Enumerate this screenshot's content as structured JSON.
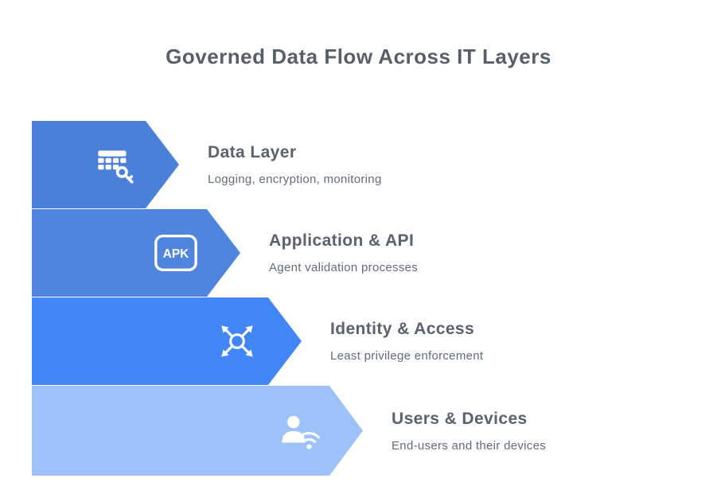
{
  "title": "Governed Data Flow Across IT Layers",
  "layers": [
    {
      "name": "Data Layer",
      "description": "Logging, encryption, monitoring",
      "icon": "table-key-icon",
      "color": "#4b80d8"
    },
    {
      "name": "Application & API",
      "description": "Agent validation processes",
      "icon": "apk-box-icon",
      "color": "#4f85dc"
    },
    {
      "name": "Identity & Access",
      "description": "Least privilege enforcement",
      "icon": "identity-hub-icon",
      "color": "#4285f4"
    },
    {
      "name": "Users & Devices",
      "description": "End-users and their devices",
      "icon": "user-wifi-icon",
      "color": "#9dc1f8"
    }
  ],
  "icon_labels": {
    "apk_text": "APK"
  },
  "colors": {
    "title_text": "#585f68",
    "heading_text": "#5a636d",
    "subtitle_text": "#636c76",
    "icon": "#ffffff",
    "background": "#ffffff"
  }
}
